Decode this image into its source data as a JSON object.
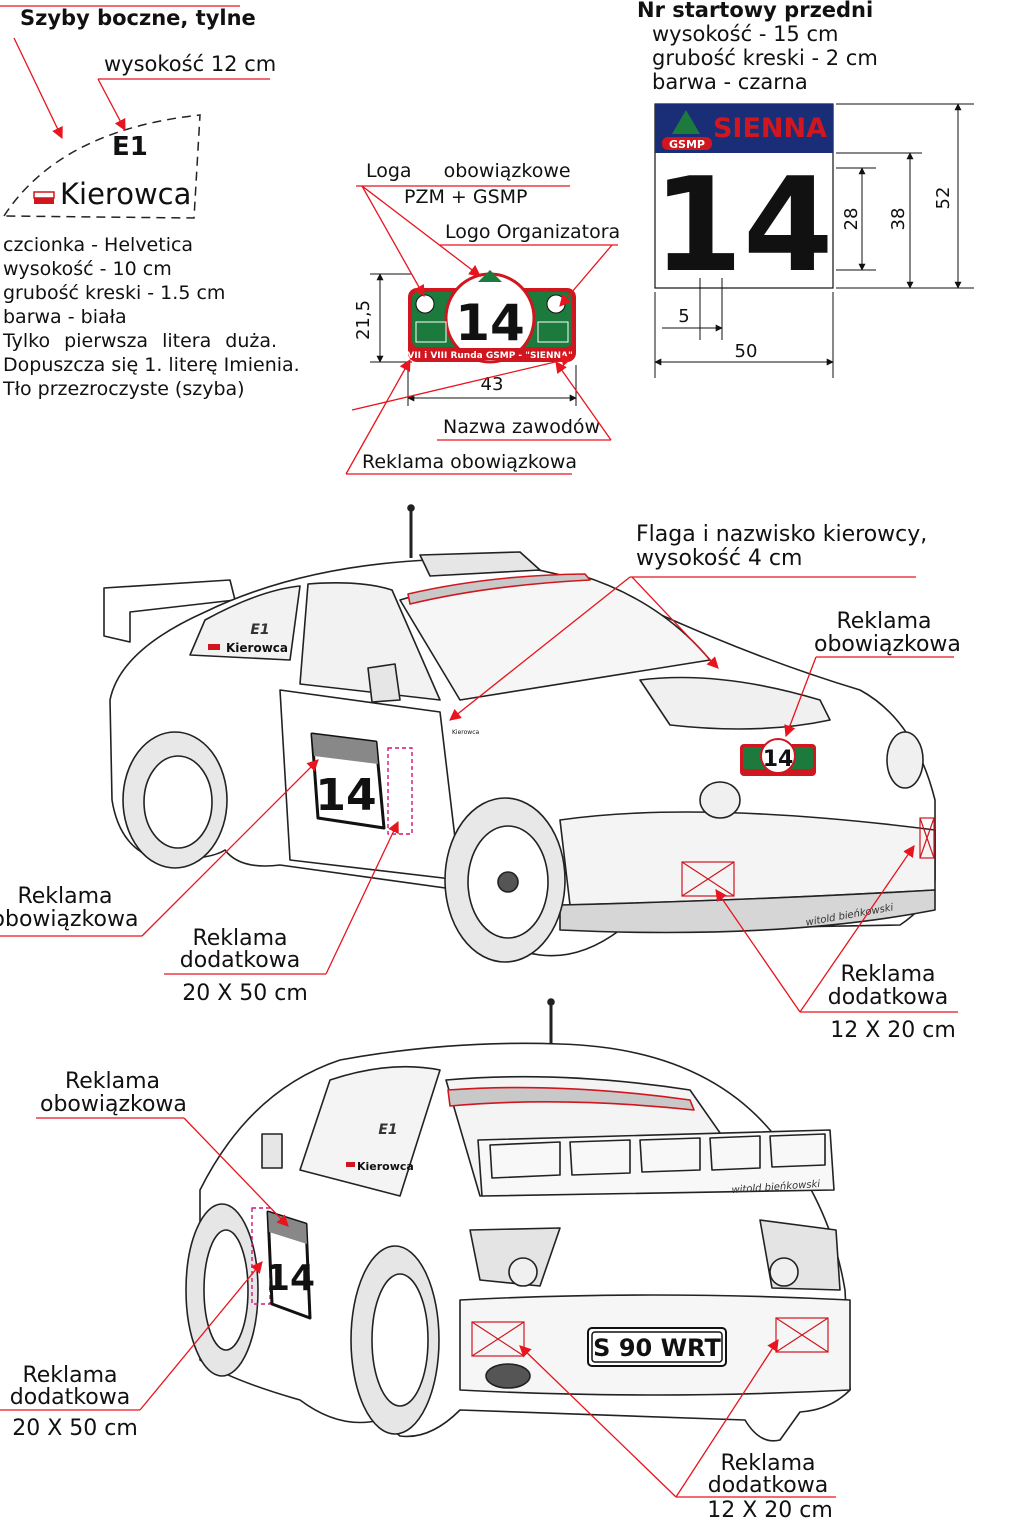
{
  "side_windows": {
    "title": "Szyby boczne, tylne",
    "height_label": "wysokość 12 cm",
    "code": "E1",
    "name": "Kierowca",
    "specs": [
      "czcionka - Helvetica",
      "wysokość - 10 cm",
      "grubość kreski - 1.5 cm",
      "barwa - biała",
      "Tylko pierwsza litera duża.",
      "Dopuszcza się 1. literę Imienia.",
      "Tło przezroczyste (szyba)"
    ]
  },
  "plate": {
    "logos_label_1": "Loga obowiązkowe",
    "logos_label_2": "PZM + GSMP",
    "organizer_label": "Logo Organizatora",
    "number": "14",
    "banner": "VII i VIII Runda GSMP - \"SIENNA\"",
    "height_dim": "21,5",
    "width_dim": "43",
    "event_name_label": "Nazwa zawodów",
    "mandatory_ad_label": "Reklama obowiązkowa"
  },
  "front_number": {
    "title": "Nr startowy przedni",
    "specs": [
      "wysokość - 15 cm",
      "grubość kreski - 2 cm",
      "barwa - czarna"
    ],
    "brand": "SIENNA",
    "brand_sub": "GSMP",
    "number": "14",
    "dims": {
      "d28": "28",
      "d38": "38",
      "d52": "52",
      "d5": "5",
      "d50": "50"
    }
  },
  "front_car": {
    "flag_label_1": "Flaga i nazwisko kierowcy,",
    "flag_label_2": "wysokość 4 cm",
    "hood_ad_1": "Reklama",
    "hood_ad_2": "obowiązkowa",
    "door_ad_1": "Reklama",
    "door_ad_2": "obowiązkowa",
    "extra_ad_1": "Reklama",
    "extra_ad_2": "dodatkowa",
    "extra_ad_size": "20 X 50 cm",
    "bumper_ad_1": "Reklama",
    "bumper_ad_2": "dodatkowa",
    "bumper_ad_size": "12 X 20 cm",
    "window_code": "E1",
    "window_name": "Kierowca",
    "door_number": "14",
    "plate_number": "14",
    "signature": "witold bieńkowski"
  },
  "rear_car": {
    "door_ad_1": "Reklama",
    "door_ad_2": "obowiązkowa",
    "extra_ad_1": "Reklama",
    "extra_ad_2": "dodatkowa",
    "extra_ad_size": "20 X 50 cm",
    "bumper_ad_1": "Reklama",
    "bumper_ad_2": "dodatkowa",
    "bumper_ad_size": "12 X 20 cm",
    "license_plate": "S 90 WRT",
    "window_code": "E1",
    "window_name": "Kierowca",
    "door_number": "14",
    "signature": "witold bieńkowski"
  },
  "colors": {
    "annotation": "#e8141e",
    "plate_green": "#1c7a3c",
    "plate_red": "#d0161e",
    "brand_blue": "#1a2e78"
  }
}
